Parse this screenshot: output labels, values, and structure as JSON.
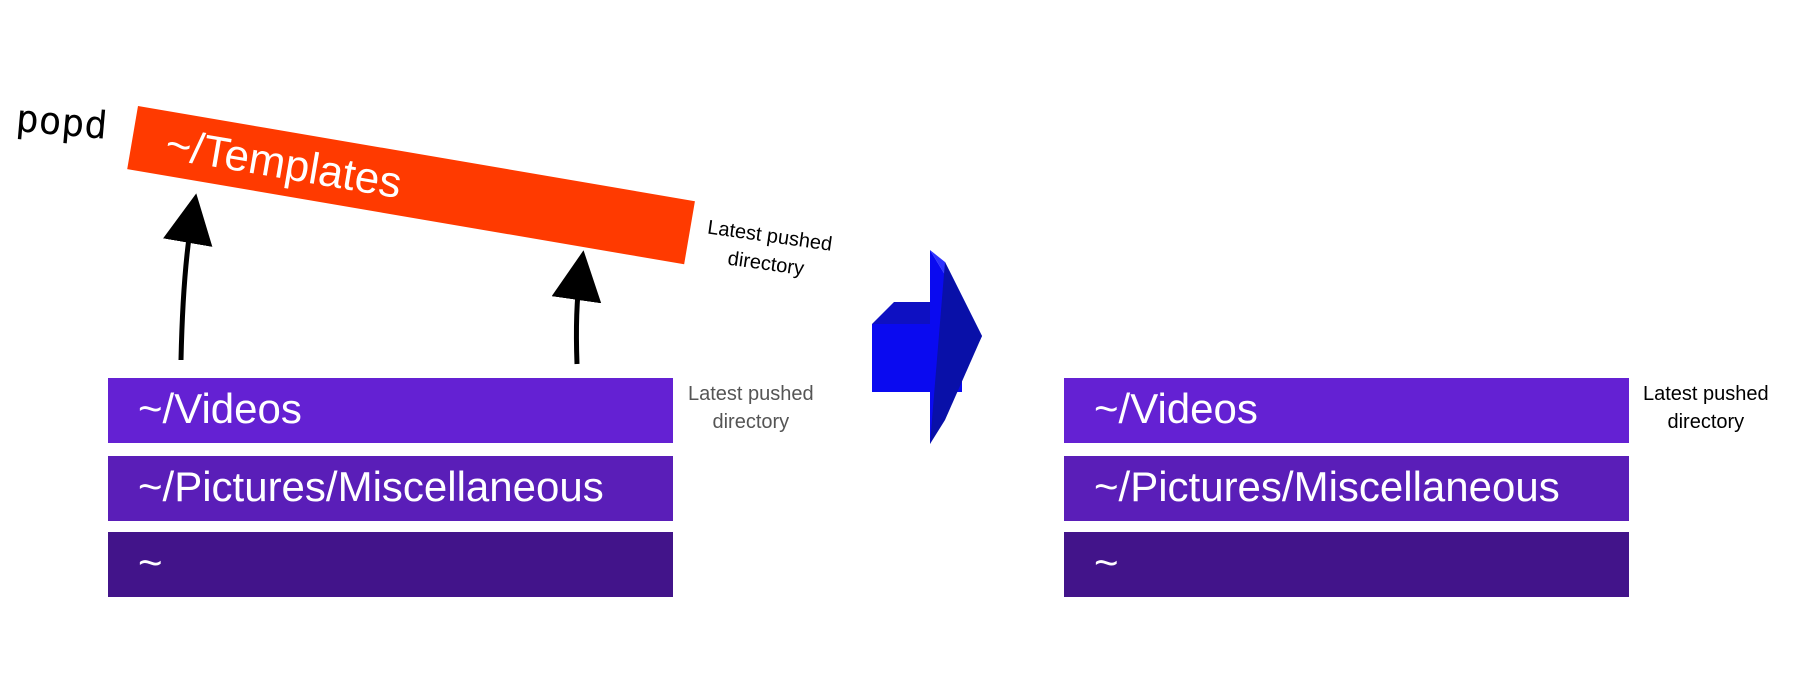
{
  "command": "popd",
  "popped_directory": "~/Templates",
  "notes": {
    "popped": "Latest pushed\ndirectory",
    "before": "Latest pushed\ndirectory",
    "after": "Latest pushed\ndirectory"
  },
  "stack_before": [
    "~/Videos",
    "~/Pictures/Miscellaneous",
    "~"
  ],
  "stack_after": [
    "~/Videos",
    "~/Pictures/Miscellaneous",
    "~"
  ],
  "colors": {
    "popped": "#ff3a00",
    "slot_top": "#6421d3",
    "slot_middle": "#5a1eb8",
    "slot_bottom": "#42148a",
    "transition_arrow": "#0a0af0"
  },
  "icons": {
    "transition": "right-arrow-3d-icon",
    "move": "up-curved-arrow-icon"
  }
}
